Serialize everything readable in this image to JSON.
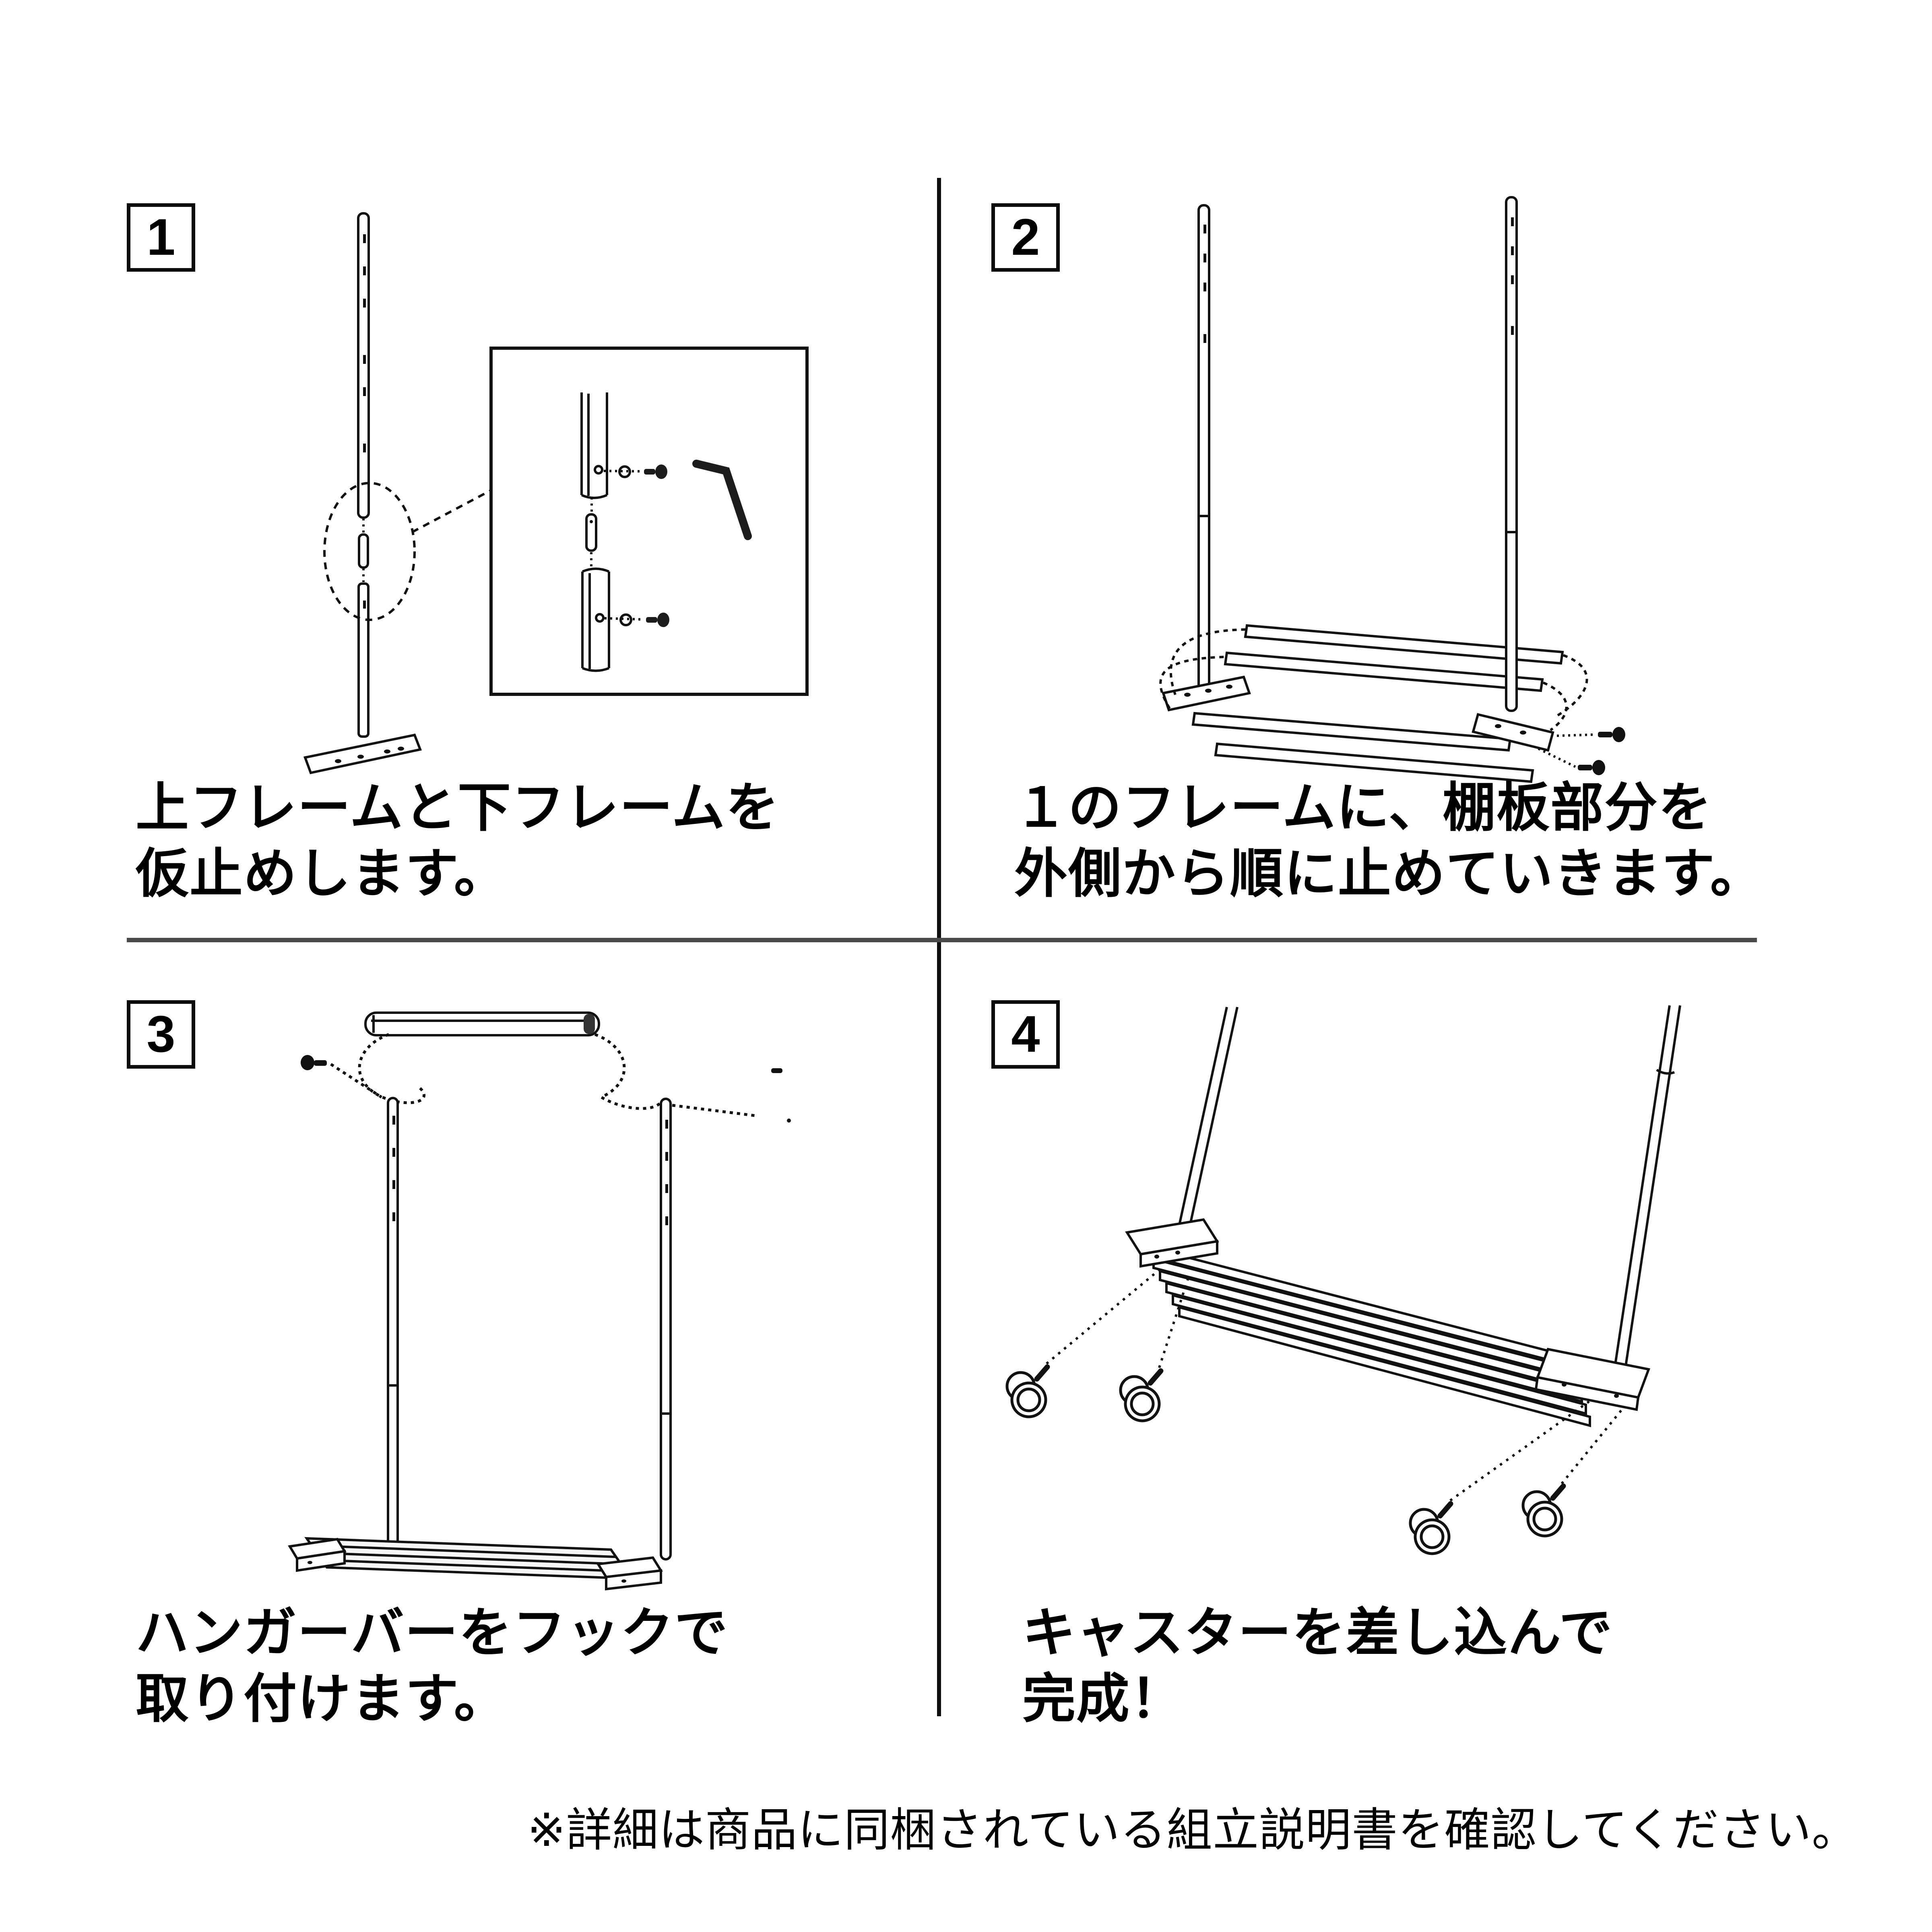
{
  "page": {
    "background": "#ffffff",
    "colors": {
      "line": "#111111",
      "divider_vertical": "#101010",
      "divider_horizontal": "#4a4a4a",
      "text": "#000000",
      "hardware_fill": "#1c1c1c",
      "shelf_fill": "#f7f7f7"
    }
  },
  "steps": [
    {
      "number": "1",
      "caption_line1": "上フレームと下フレームを",
      "caption_line2": "仮止めします。",
      "diagram": "pole-joint-with-detail-inset"
    },
    {
      "number": "2",
      "caption_line1": "１のフレームに、棚板部分を",
      "caption_line2": "外側から順に止めていきます。",
      "diagram": "two-poles-shelf-slats-screws"
    },
    {
      "number": "3",
      "caption_line1": "ハンガーバーをフックで",
      "caption_line2": "取り付けます。",
      "diagram": "frame-with-hanger-bar-hooks"
    },
    {
      "number": "4",
      "caption_line1": "キャスターを差し込んで",
      "caption_line2": "完成！",
      "diagram": "base-with-four-casters"
    }
  ],
  "footnote": "※詳細は商品に同梱されている組立説明書を確認してください。"
}
